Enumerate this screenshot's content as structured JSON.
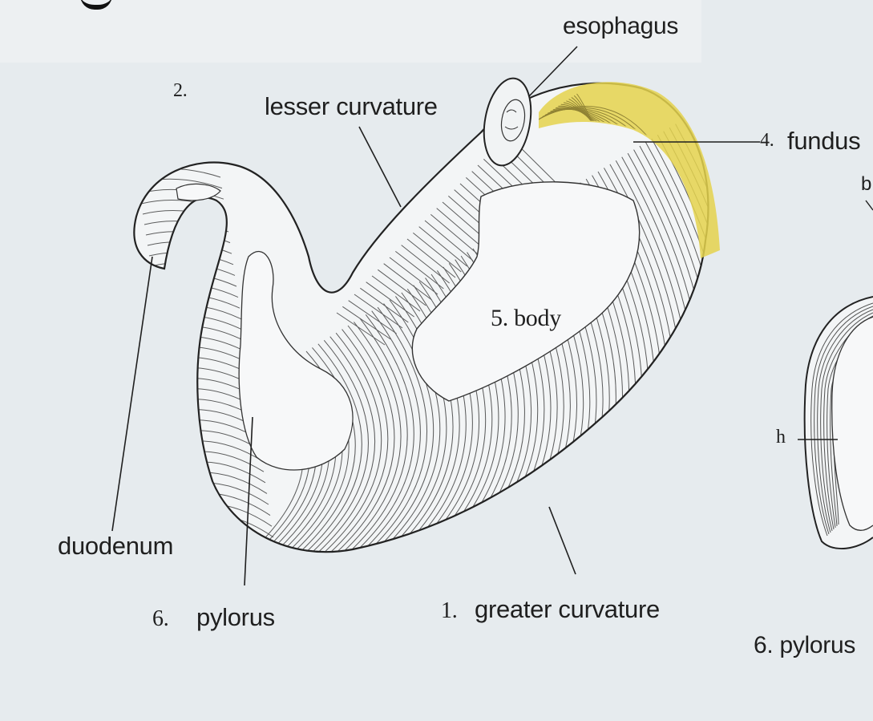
{
  "diagram": {
    "labels": {
      "esophagus": "esophagus",
      "two": "2.",
      "lesser_curvature": "lesser curvature",
      "fundus_num": "4.",
      "fundus": "fundus",
      "body": "5. body",
      "duodenum": "duodenum",
      "pylorus_num": "6.",
      "pylorus": "pylorus",
      "greater_num": "1.",
      "greater_curvature": "greater curvature",
      "right_b": "b",
      "right_h": "h",
      "right_pylorus": "6. pylorus"
    },
    "colors": {
      "background": "#e6ebee",
      "fundus_highlight": "#e4d24c",
      "ink": "#1f1f1f"
    }
  }
}
